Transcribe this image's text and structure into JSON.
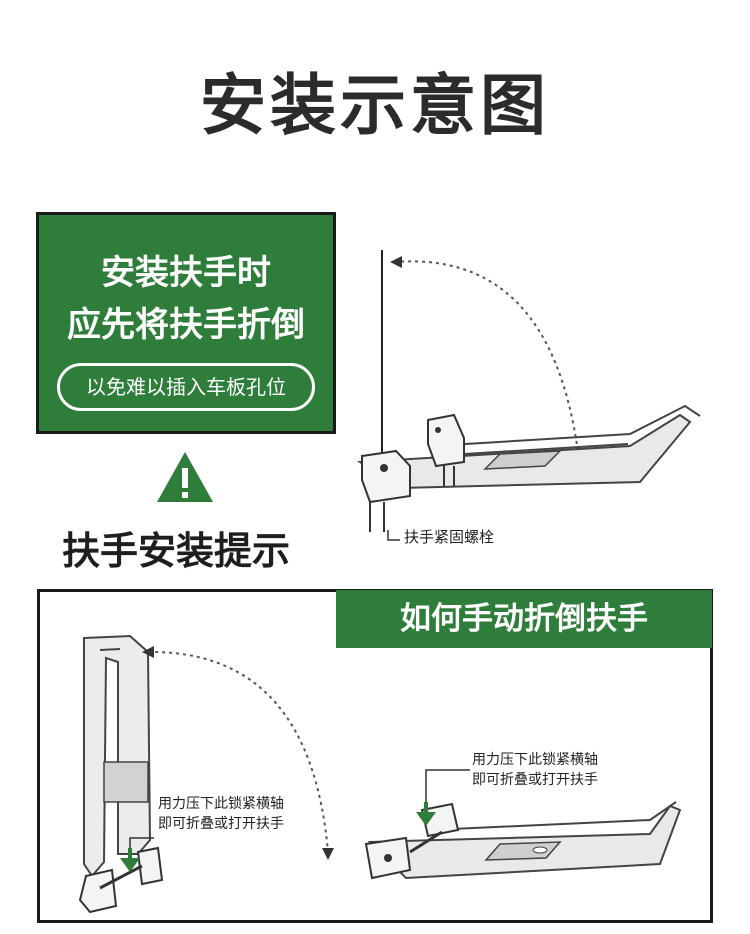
{
  "title": "安装示意图",
  "notice": {
    "line1": "安装扶手时",
    "line2": "应先将扶手折倒",
    "pill": "以免难以插入车板孔位"
  },
  "hint_title": "扶手安装提示",
  "bolt_label": "扶手紧固螺栓",
  "bottom": {
    "header": "如何手动折倒扶手",
    "note_left": [
      "用力压下此锁紧横轴",
      "即可折叠或打开扶手"
    ],
    "note_right": [
      "用力压下此锁紧横轴",
      "即可折叠或打开扶手"
    ]
  },
  "colors": {
    "accent": "#2e7d3a",
    "frame": "#1a1a1a"
  },
  "icons": [
    "warning-icon",
    "rotate-arrow-icon",
    "down-arrow-icon"
  ]
}
